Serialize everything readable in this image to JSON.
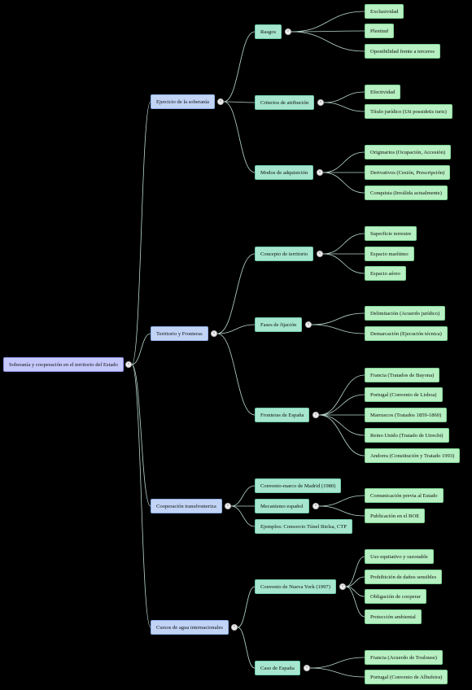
{
  "colors": {
    "background": "#000000",
    "link": "#b9d8cf",
    "root": "#c5c8fb",
    "level1": "#c1d4f6",
    "level2": "#a6e6cf",
    "leaf": "#b7f0c2"
  },
  "icons": {
    "toggle": "chevron-left-icon",
    "toggle_glyph": "‹"
  },
  "mindmap": {
    "root": {
      "label": "Soberanía y cooperación en el territorio del Estado"
    },
    "branches": [
      {
        "label": "Ejercicio de la soberanía",
        "children": [
          {
            "label": "Rasgos",
            "children": [
              "Exclusividad",
              "Plenitud",
              "Oponibilidad frente a terceros"
            ]
          },
          {
            "label": "Criterios de atribución",
            "children": [
              "Efectividad",
              "Título jurídico (Uti possidetis iuris)"
            ]
          },
          {
            "label": "Modos de adquisición",
            "children": [
              "Originarios (Ocupación, Accesión)",
              "Derivativos (Cesión, Prescripción)",
              "Conquista (Inválida actualmente)"
            ]
          }
        ]
      },
      {
        "label": "Territorio y Fronteras",
        "children": [
          {
            "label": "Concepto de territorio",
            "children": [
              "Superficie terrestre",
              "Espacio marítimo",
              "Espacio aéreo"
            ]
          },
          {
            "label": "Fases de fijación",
            "children": [
              "Delimitación (Acuerdo jurídico)",
              "Demarcación (Ejecución técnica)"
            ]
          },
          {
            "label": "Fronteras de España",
            "children": [
              "Francia (Tratados de Bayona)",
              "Portugal (Convenio de Lisboa)",
              "Marruecos (Tratados 1859-1860)",
              "Reino Unido (Tratado de Utrecht)",
              "Andorra (Constitución y Tratado 1993)"
            ]
          }
        ]
      },
      {
        "label": "Cooperación transfronteriza",
        "children": [
          {
            "label": "Convenio-marco de Madrid (1980)",
            "children": []
          },
          {
            "label": "Mecanismo español",
            "children": [
              "Comunicación previa al Estado",
              "Publicación en el BOE"
            ]
          },
          {
            "label": "Ejemplos: Consorcio Túnel Bielsa, CTP",
            "children": []
          }
        ]
      },
      {
        "label": "Cursos de agua internacionales",
        "children": [
          {
            "label": "Convenio de Nueva York (1997)",
            "children": [
              "Uso equitativo y razonable",
              "Prohibición de daños sensibles",
              "Obligación de cooperar",
              "Protección ambiental"
            ]
          },
          {
            "label": "Caso de España",
            "children": [
              "Francia (Acuerdo de Toulouse)",
              "Portugal (Convenio de Albufeira)"
            ]
          }
        ]
      }
    ]
  }
}
